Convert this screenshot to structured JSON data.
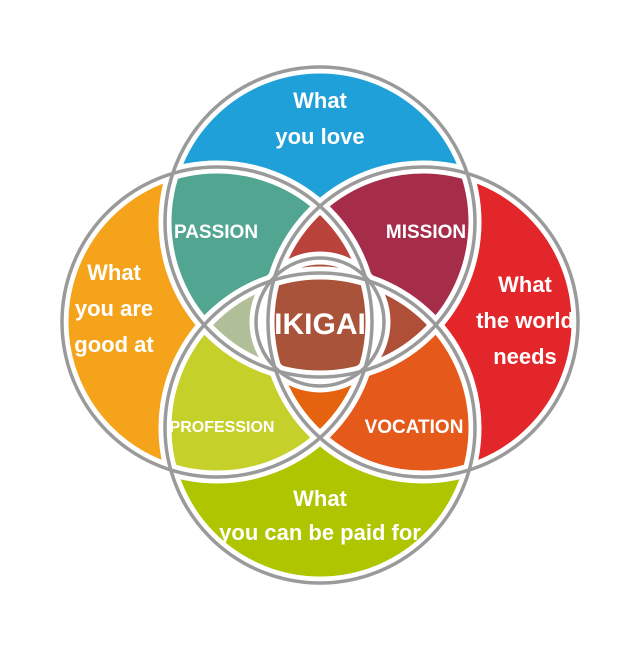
{
  "title": "IKIGAI",
  "circles": {
    "top": {
      "line1": "What",
      "line2": "you love",
      "color": "#1fa0d8"
    },
    "left": {
      "line1": "What",
      "line2": "you are",
      "line3": "good at",
      "color": "#f5a31b"
    },
    "right": {
      "line1": "What",
      "line2": "the world",
      "line3": "needs",
      "color": "#e2262a"
    },
    "bottom": {
      "line1": "What",
      "line2": "you can be paid for",
      "color": "#afc500"
    }
  },
  "intersections": {
    "passion": {
      "label": "PASSION",
      "color": "#52a591"
    },
    "mission": {
      "label": "MISSION",
      "color": "#a52d4a"
    },
    "profession": {
      "label": "PROFESSION",
      "color": "#c5d02a"
    },
    "vocation": {
      "label": "VOCATION",
      "color": "#e55a1a"
    },
    "center": {
      "label": "IKIGAI",
      "color": "#a9533a"
    }
  },
  "triples": {
    "top": "#b9433a",
    "left": "#b0bf98",
    "right": "#b04f37",
    "bottom": "#e5620f"
  },
  "ring_color": "#9a9a9a"
}
